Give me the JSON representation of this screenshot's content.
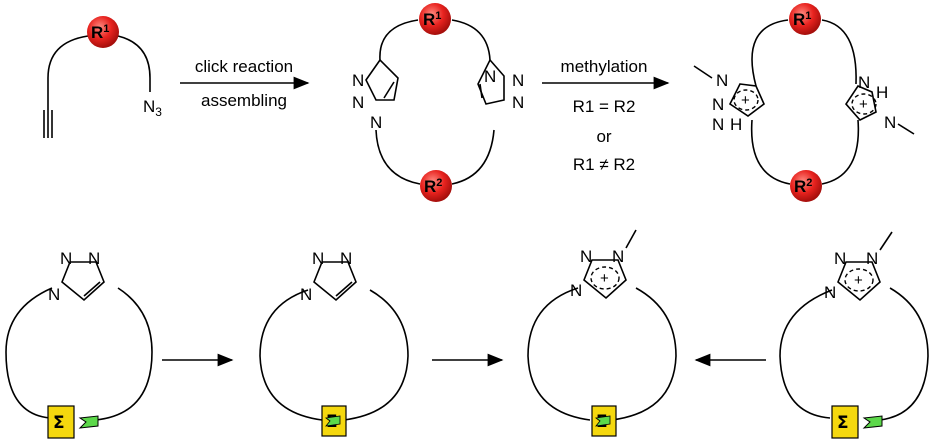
{
  "substituents": {
    "r1": "R",
    "r2": "R",
    "r1_sup": "1",
    "r2_sup": "2"
  },
  "atoms": {
    "n": "N",
    "n3": "N",
    "n3_sub": "3",
    "h": "H"
  },
  "arrow1": {
    "top": "click reaction",
    "bottom": "assembling"
  },
  "arrow2": {
    "top": "methylation",
    "cond_equal": "R1 = R2",
    "or": "or",
    "cond_not_equal": "R1 ≠ R2"
  },
  "charge": "+",
  "sigma": "Σ",
  "colors": {
    "red_ball": "#e8231f",
    "yellow_block": "#f5d80e",
    "green_flag": "#5cd84a"
  }
}
